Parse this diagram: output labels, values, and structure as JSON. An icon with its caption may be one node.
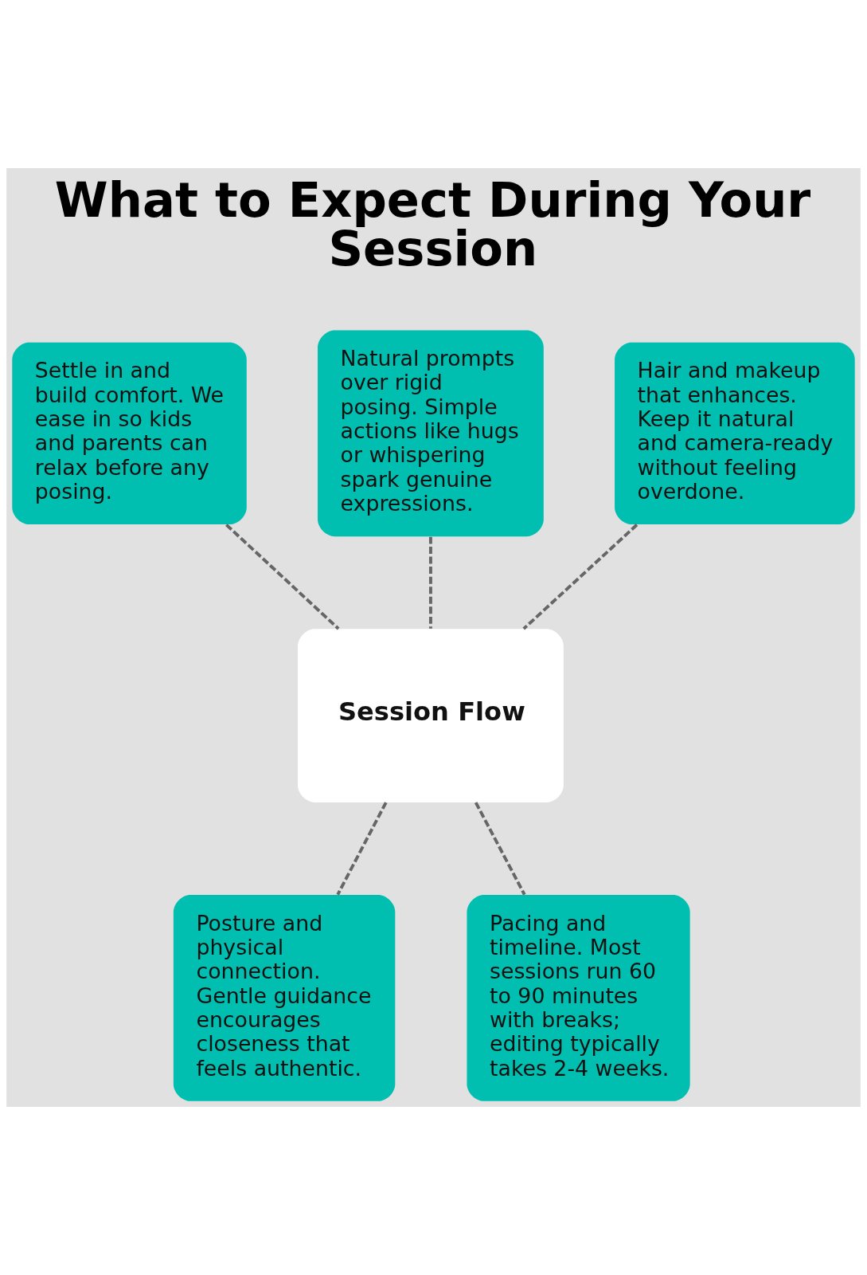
{
  "diagram": {
    "title": "What to Expect During Your Session",
    "nodes": [
      {
        "text": [
          "Settle in and build comfort. We ease in so kids and parents can relax before any posing."
        ]
      },
      {
        "text": [
          "Natural prompts over rigid posing. Simple actions like hugs or whispering spark genuine expressions."
        ]
      },
      {
        "text": [
          "Hair and makeup that enhances. Keep it natural and camera-ready without feeling overdone."
        ]
      },
      {
        "text": [
          "Session Flow"
        ]
      },
      {
        "text": [
          "Posture and physical connection. Gentle guidance encourages closeness that feels authentic."
        ]
      },
      {
        "text": [
          "Pacing and timeline. Most sessions run 60 to 90 minutes with breaks; editing typically takes 2-4 weeks."
        ]
      }
    ],
    "edges": [
      {
        "from": 0,
        "to": 3,
        "arrow": "none",
        "style": "dashed"
      },
      {
        "from": 1,
        "to": 3,
        "arrow": "none",
        "style": "dashed"
      },
      {
        "from": 2,
        "to": 3,
        "arrow": "none",
        "style": "dashed"
      },
      {
        "from": 3,
        "to": 4,
        "arrow": "none",
        "style": "dashed"
      },
      {
        "from": 3,
        "to": 5,
        "arrow": "none",
        "style": "dashed"
      }
    ]
  }
}
